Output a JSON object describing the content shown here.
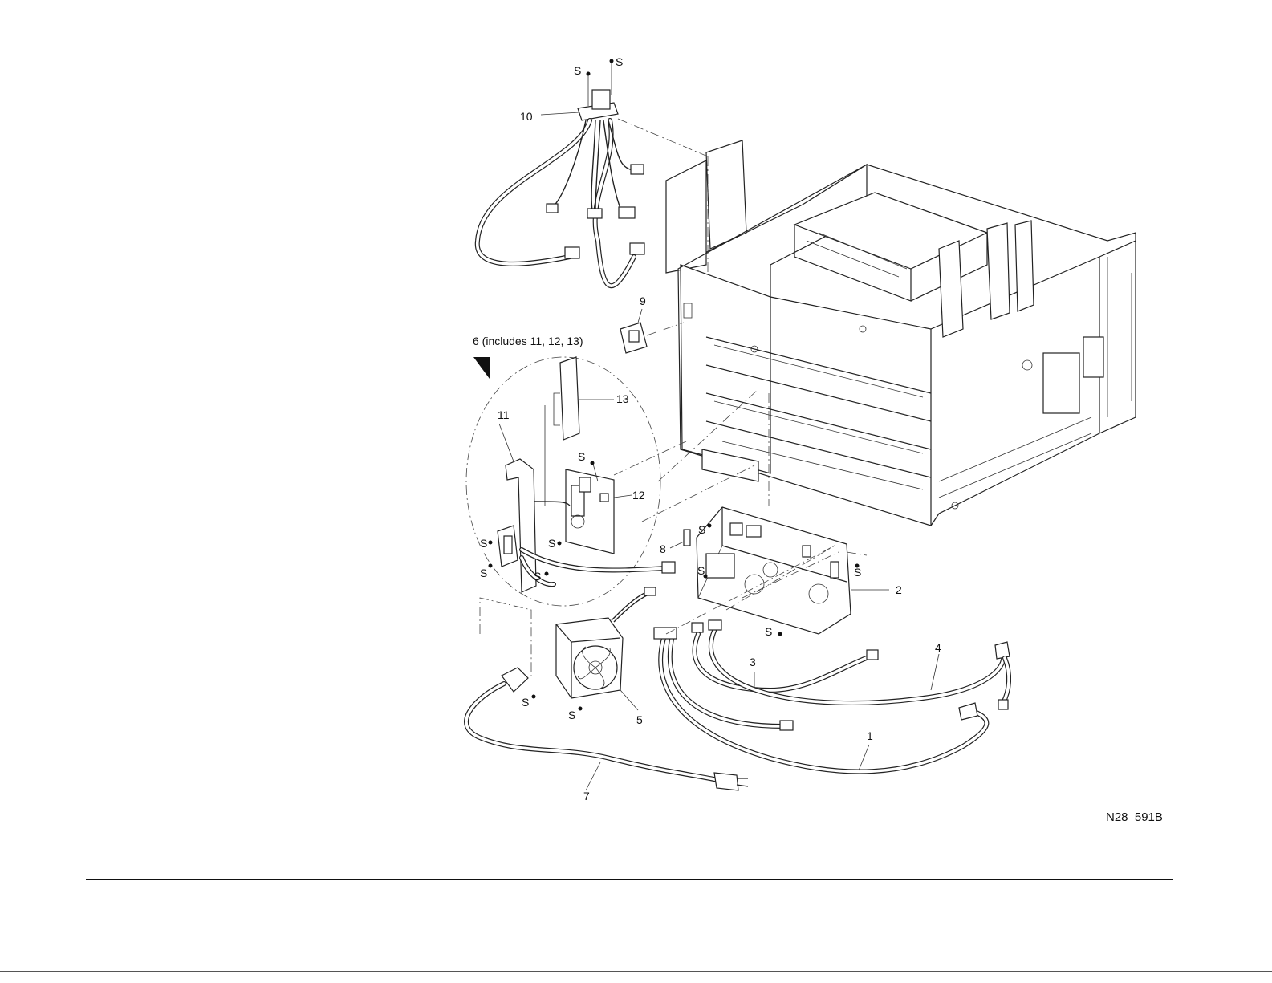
{
  "diagram": {
    "callouts": {
      "c1": "1",
      "c2": "2",
      "c3": "3",
      "c4": "4",
      "c5": "5",
      "c6": "6 (includes 11, 12, 13)",
      "c7": "7",
      "c8": "8",
      "c9": "9",
      "c10": "10",
      "c11": "11",
      "c12": "12",
      "c13": "13"
    },
    "screw_label": "S",
    "drawing_id": "N28_591B"
  }
}
